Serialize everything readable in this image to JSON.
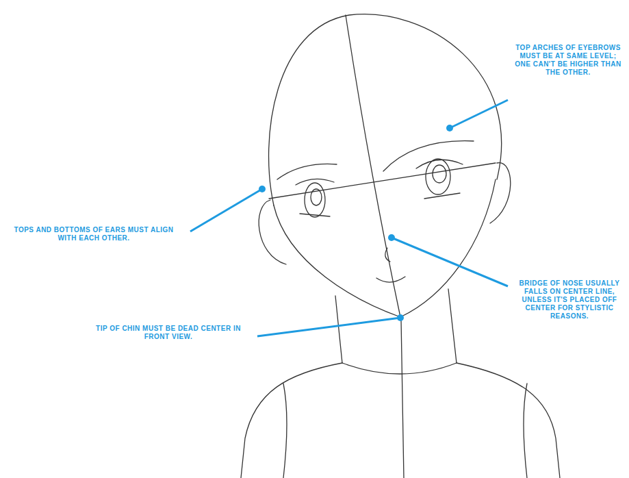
{
  "diagram": {
    "labels": [
      "TOP ARCHES OF EYEBROWS MUST BE AT SAME LEVEL; ONE CAN'T BE HIGHER THAN THE OTHER.",
      "TOPS AND BOTTOMS OF EARS MUST ALIGN WITH EACH OTHER.",
      "BRIDGE OF NOSE USUALLY FALLS ON CENTER LINE, UNLESS IT'S PLACED OFF CENTER FOR STYLISTIC REASONS.",
      "TIP OF CHIN MUST BE DEAD CENTER IN FRONT VIEW."
    ]
  }
}
